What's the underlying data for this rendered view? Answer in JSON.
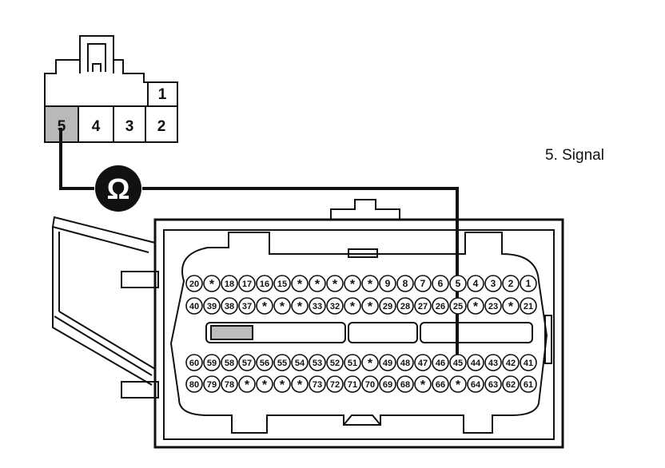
{
  "caption": "5. Signal",
  "meter_symbol": "Ω",
  "sensor_connector": {
    "top_pin": "1",
    "bottom_pins": [
      "5",
      "4",
      "3",
      "2"
    ]
  },
  "ecu_connector": {
    "row1": [
      "20",
      "*",
      "18",
      "17",
      "16",
      "15",
      "*",
      "*",
      "*",
      "*",
      "*",
      "9",
      "8",
      "7",
      "6",
      "5",
      "4",
      "3",
      "2",
      "1"
    ],
    "row2": [
      "40",
      "39",
      "38",
      "37",
      "*",
      "*",
      "*",
      "33",
      "32",
      "*",
      "*",
      "29",
      "28",
      "27",
      "26",
      "25",
      "*",
      "23",
      "*",
      "21"
    ],
    "row3": [
      "60",
      "59",
      "58",
      "57",
      "56",
      "55",
      "54",
      "53",
      "52",
      "51",
      "*",
      "49",
      "48",
      "47",
      "46",
      "45",
      "44",
      "43",
      "42",
      "41"
    ],
    "row4": [
      "80",
      "79",
      "78",
      "*",
      "*",
      "*",
      "*",
      "73",
      "72",
      "71",
      "70",
      "69",
      "68",
      "*",
      "66",
      "*",
      "64",
      "63",
      "62",
      "61"
    ]
  }
}
